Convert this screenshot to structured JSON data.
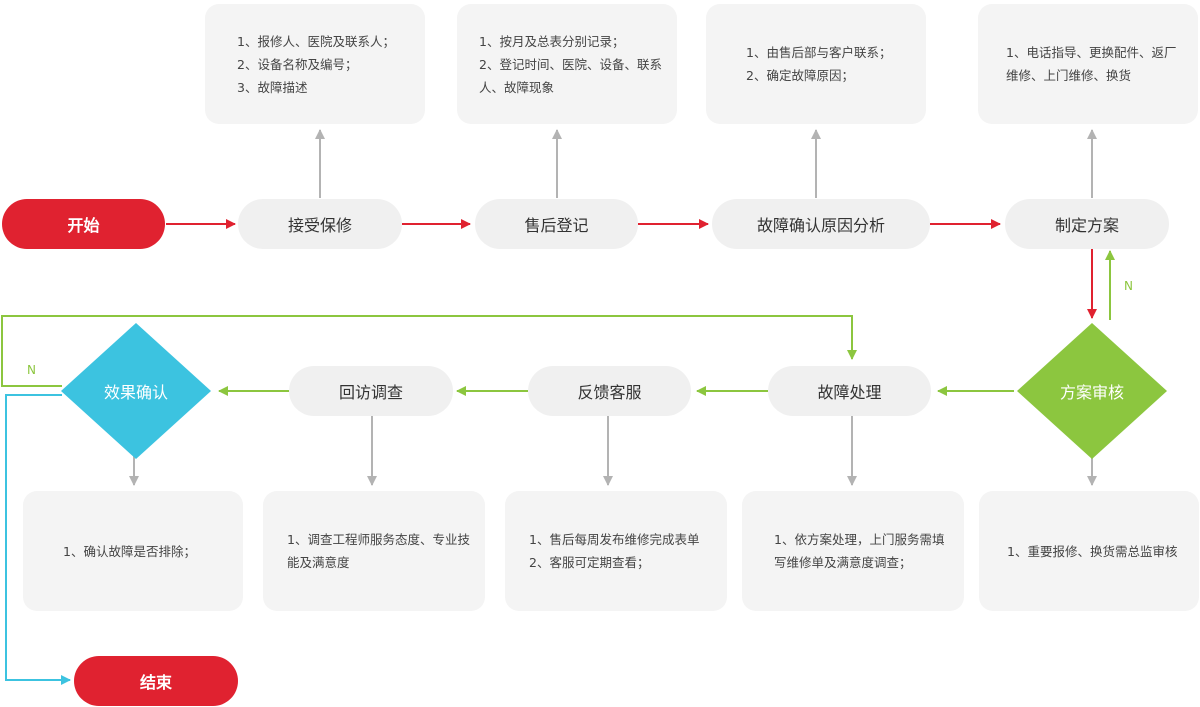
{
  "colors": {
    "red": "#e02230",
    "green": "#8cc63f",
    "blue": "#3cc3e0",
    "gray": "#b3b3b3",
    "pill_bg": "#f0f0f0",
    "info_bg": "#f4f4f4"
  },
  "nodes": {
    "start": "开始",
    "receive": "接受保修",
    "register": "售后登记",
    "analyze": "故障确认原因分析",
    "plan": "制定方案",
    "review": "方案审核",
    "handle": "故障处理",
    "feedback": "反馈客服",
    "revisit": "回访调查",
    "confirm": "效果确认",
    "end": "结束"
  },
  "notes": {
    "receive": [
      "1、报修人、医院及联系人；",
      "2、设备名称及编号；",
      "3、故障描述"
    ],
    "register": [
      "1、按月及总表分别记录；",
      "2、登记时间、医院、设备、联系人、故障现象"
    ],
    "analyze": [
      "1、由售后部与客户联系；",
      "2、确定故障原因；"
    ],
    "plan": [
      "1、电话指导、更换配件、返厂维修、上门维修、换货"
    ],
    "review": [
      "1、重要报修、换货需总监审核"
    ],
    "handle": [
      "1、依方案处理，上门服务需填写维修单及满意度调查；"
    ],
    "feedback": [
      "1、售后每周发布维修完成表单",
      "2、客服可定期查看；"
    ],
    "revisit": [
      "1、调查工程师服务态度、专业技能及满意度"
    ],
    "confirm": [
      "1、确认故障是否排除；"
    ]
  },
  "labels": {
    "plan_no": "N",
    "confirm_no": "N"
  }
}
